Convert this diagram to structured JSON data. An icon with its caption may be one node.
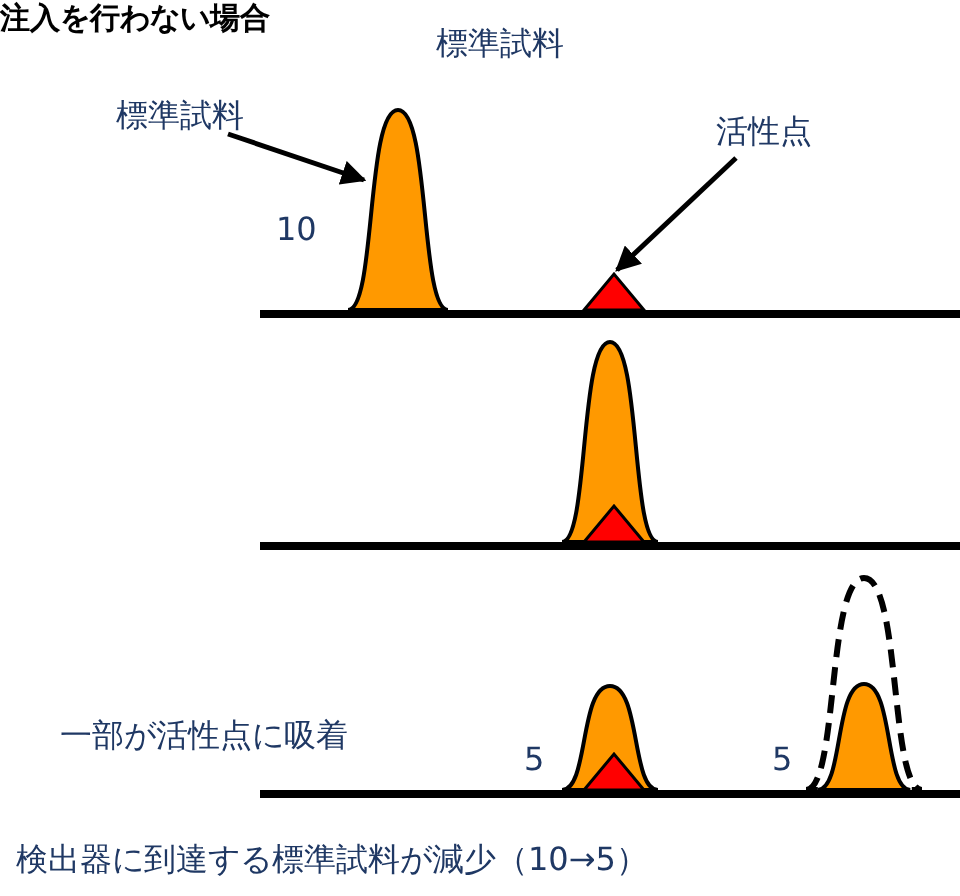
{
  "diagram": {
    "title": "注入を行わない場合",
    "caption": "検出器に到達する標準試料が減少（10→5）",
    "nodes": [
      {
        "text": [
          "標準試料"
        ]
      },
      {
        "text": [],
        "shape": "peak"
      },
      {
        "text": [
          "活性点"
        ]
      },
      {
        "text": [],
        "shape": "triangle"
      },
      {
        "text": [],
        "shape": "peak"
      },
      {
        "text": [],
        "shape": "triangle",
        "in": 4
      },
      {
        "text": [],
        "shape": "peak"
      },
      {
        "text": [],
        "shape": "triangle",
        "in": 6
      },
      {
        "text": [],
        "shape": "peak"
      },
      {
        "text": [],
        "shape": "peak",
        "in": 8
      }
    ],
    "edges": [
      {
        "from": 0,
        "to": 1,
        "arrow": "to"
      },
      {
        "from": 2,
        "to": 3,
        "arrow": "to"
      }
    ],
    "labels": [
      "標準試料",
      "10",
      "一部が活性点に吸着",
      "5",
      "5"
    ]
  }
}
